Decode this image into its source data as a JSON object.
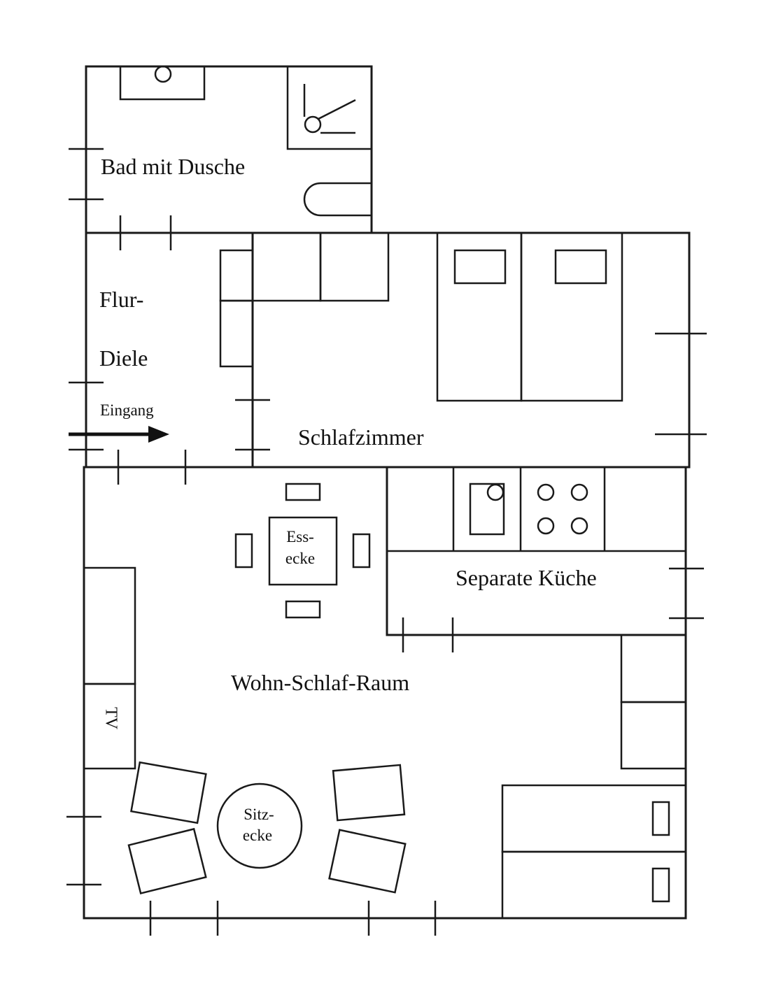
{
  "rooms": {
    "bath": "Bad mit Dusche",
    "hall_line1": "Flur-",
    "hall_line2": "Diele",
    "entrance": "Eingang",
    "bedroom": "Schlafzimmer",
    "dining_line1": "Ess-",
    "dining_line2": "ecke",
    "kitchen": "Separate Küche",
    "living": "Wohn-Schlaf-Raum",
    "tv": "TV",
    "seating_line1": "Sitz-",
    "seating_line2": "ecke"
  }
}
